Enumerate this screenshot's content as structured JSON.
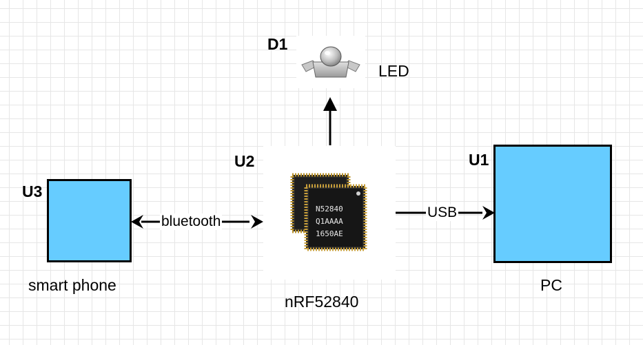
{
  "nodes": {
    "d1": {
      "ref": "D1",
      "label": "LED"
    },
    "u2": {
      "ref": "U2",
      "label": "nRF52840",
      "chip_lines": [
        "N52840",
        "Q1AAAA",
        "1650AE"
      ]
    },
    "u3": {
      "ref": "U3",
      "label": "smart phone"
    },
    "u1": {
      "ref": "U1",
      "label": "PC"
    }
  },
  "edges": {
    "bluetooth": "bluetooth",
    "usb": "USB"
  },
  "colors": {
    "box_fill": "#66ccff",
    "stroke": "#000000"
  }
}
